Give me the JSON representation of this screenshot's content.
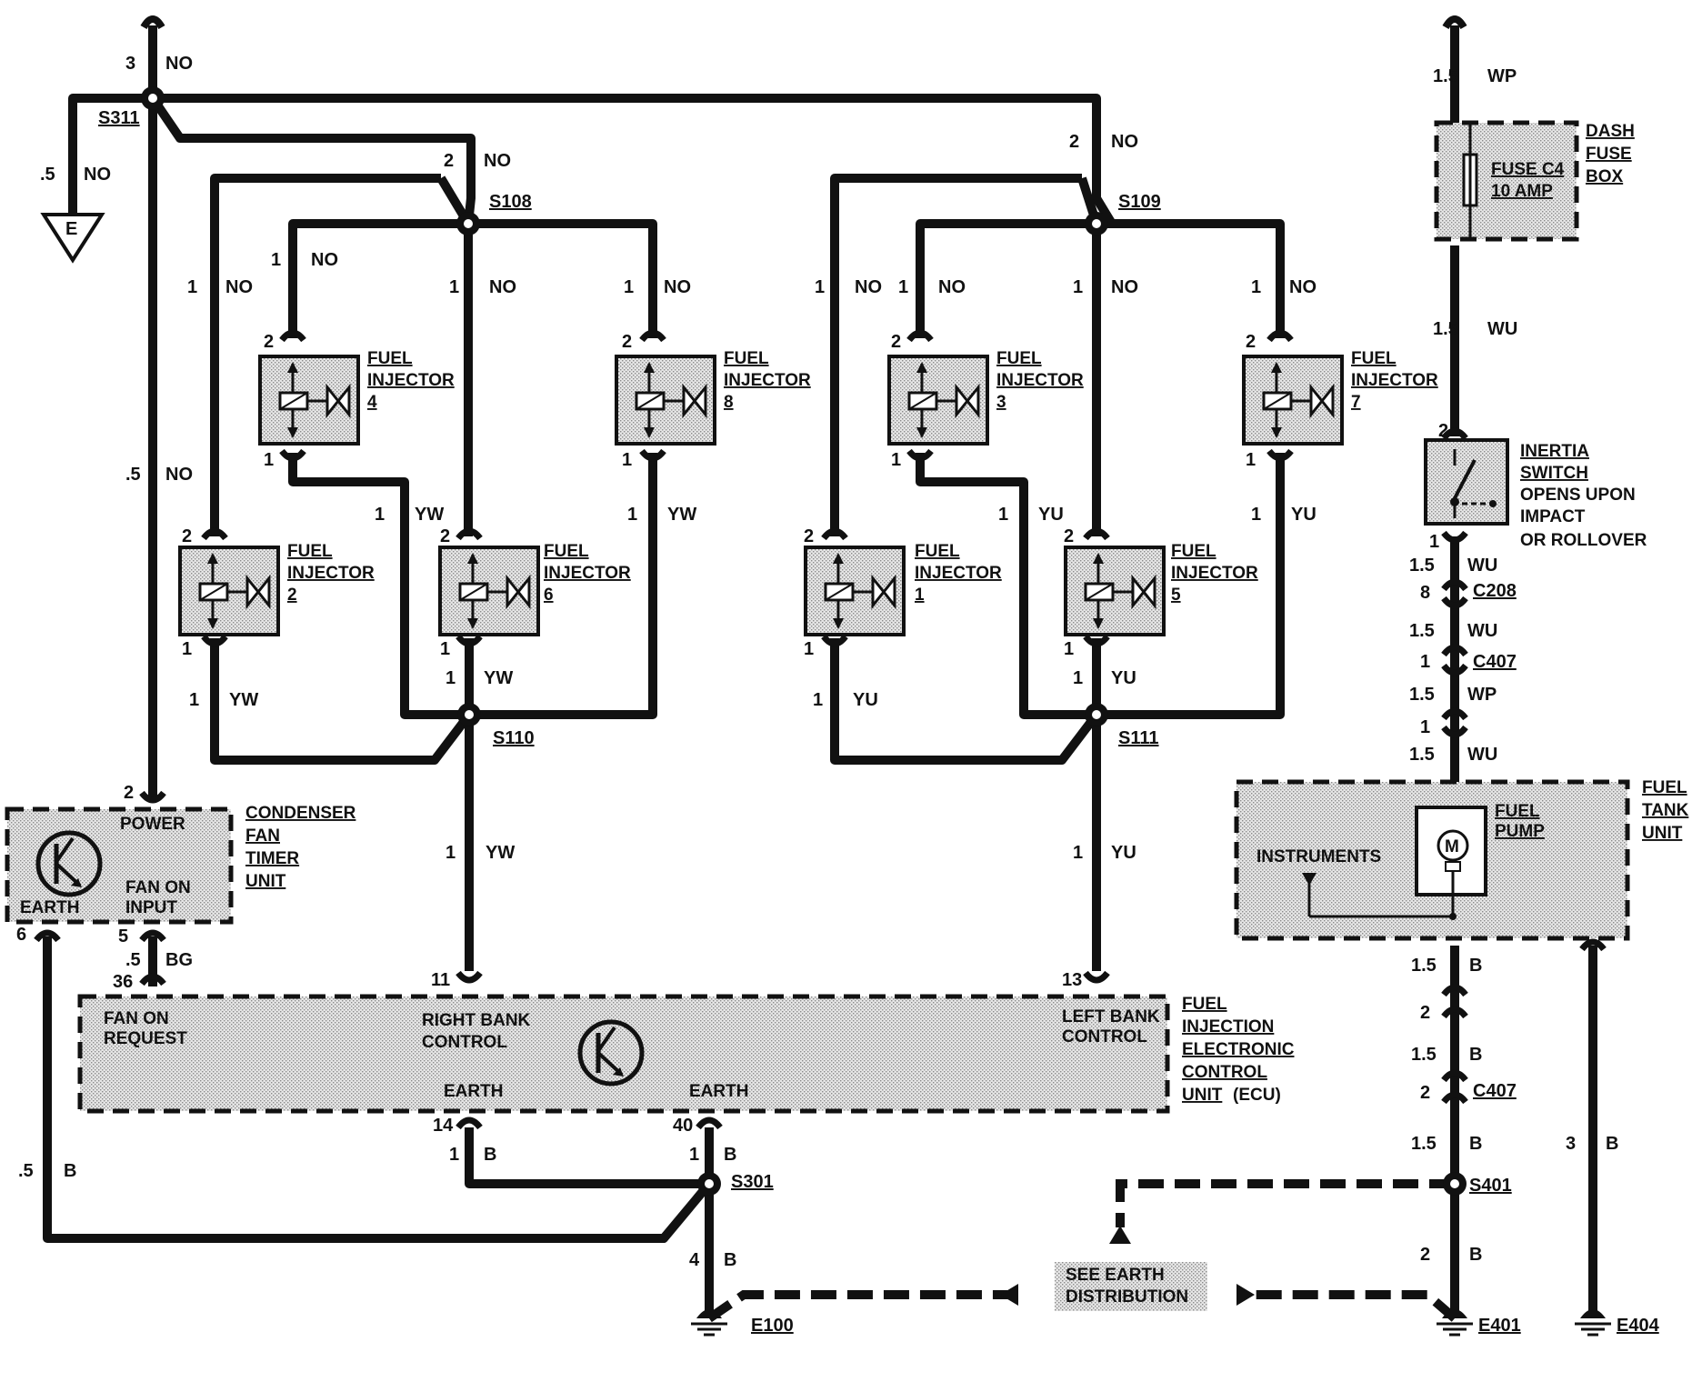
{
  "splices": {
    "s311": "S311",
    "s108": "S108",
    "s109": "S109",
    "s110": "S110",
    "s111": "S111",
    "s301": "S301",
    "s401": "S401"
  },
  "connectors": {
    "c208": "C208",
    "c407a": "C407",
    "c407b": "C407"
  },
  "grounds": {
    "e": "E",
    "e100": "E100",
    "e401": "E401",
    "e404": "E404"
  },
  "injectors": [
    {
      "l1": "FUEL",
      "l2": "INJECTOR",
      "num": "4"
    },
    {
      "l1": "FUEL",
      "l2": "INJECTOR",
      "num": "8"
    },
    {
      "l1": "FUEL",
      "l2": "INJECTOR",
      "num": "3"
    },
    {
      "l1": "FUEL",
      "l2": "INJECTOR",
      "num": "7"
    },
    {
      "l1": "FUEL",
      "l2": "INJECTOR",
      "num": "2"
    },
    {
      "l1": "FUEL",
      "l2": "INJECTOR",
      "num": "6"
    },
    {
      "l1": "FUEL",
      "l2": "INJECTOR",
      "num": "1"
    },
    {
      "l1": "FUEL",
      "l2": "INJECTOR",
      "num": "5"
    }
  ],
  "fusebox": {
    "l1": "DASH",
    "l2": "FUSE",
    "l3": "BOX",
    "fuse1": "FUSE C4",
    "fuse2": "10 AMP"
  },
  "inertia": {
    "l1": "INERTIA",
    "l2": "SWITCH",
    "l3": "OPENS UPON",
    "l4": "IMPACT",
    "l5": "OR ROLLOVER"
  },
  "condenser": {
    "l1": "CONDENSER",
    "l2": "FAN",
    "l3": "TIMER",
    "l4": "UNIT",
    "power": "POWER",
    "fanon1": "FAN ON",
    "fanon2": "INPUT",
    "earth": "EARTH"
  },
  "ecu": {
    "l1": "FUEL",
    "l2": "INJECTION",
    "l3": "ELECTRONIC",
    "l4": "CONTROL",
    "l5": "UNIT",
    "l5b": "(ECU)",
    "req1": "FAN ON",
    "req2": "REQUEST",
    "rb1": "RIGHT BANK",
    "rb2": "CONTROL",
    "lb1": "LEFT BANK",
    "lb2": "CONTROL",
    "earth1": "EARTH",
    "earth2": "EARTH"
  },
  "tank": {
    "l1": "FUEL",
    "l2": "TANK",
    "l3": "UNIT",
    "pump1": "FUEL",
    "pump2": "PUMP",
    "motor": "M",
    "instruments": "INSTRUMENTS"
  },
  "earthdist": {
    "l1": "SEE EARTH",
    "l2": "DISTRIBUTION"
  },
  "wires": {
    "no": "NO",
    "yw": "YW",
    "yu": "YU",
    "wp": "WP",
    "wu": "WU",
    "b": "B",
    "bg": "BG",
    "n1": "1",
    "n2": "2",
    "n3": "3",
    "n4": "4",
    "n5": "5",
    "n6": "6",
    "n8": "8",
    "n11": "11",
    "n13": "13",
    "n14": "14",
    "n36": "36",
    "n40": "40",
    "g05": ".5",
    "g15": "1.5"
  }
}
